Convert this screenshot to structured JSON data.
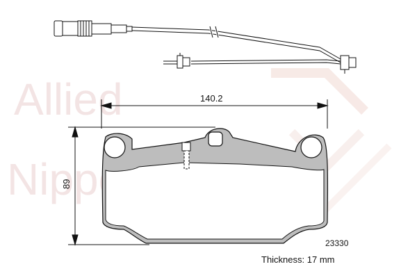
{
  "watermark": {
    "line1": "Allied",
    "line2": "Nippon"
  },
  "dimensions": {
    "width": "140.2",
    "height": "89"
  },
  "part_number": "23330",
  "thickness_label": "Thickness: 17 mm",
  "colors": {
    "pad_fill": "#b9b9b9",
    "outline": "#111111",
    "watermark_text": "#f2e2e2",
    "watermark_logo": "#f6e0da"
  }
}
